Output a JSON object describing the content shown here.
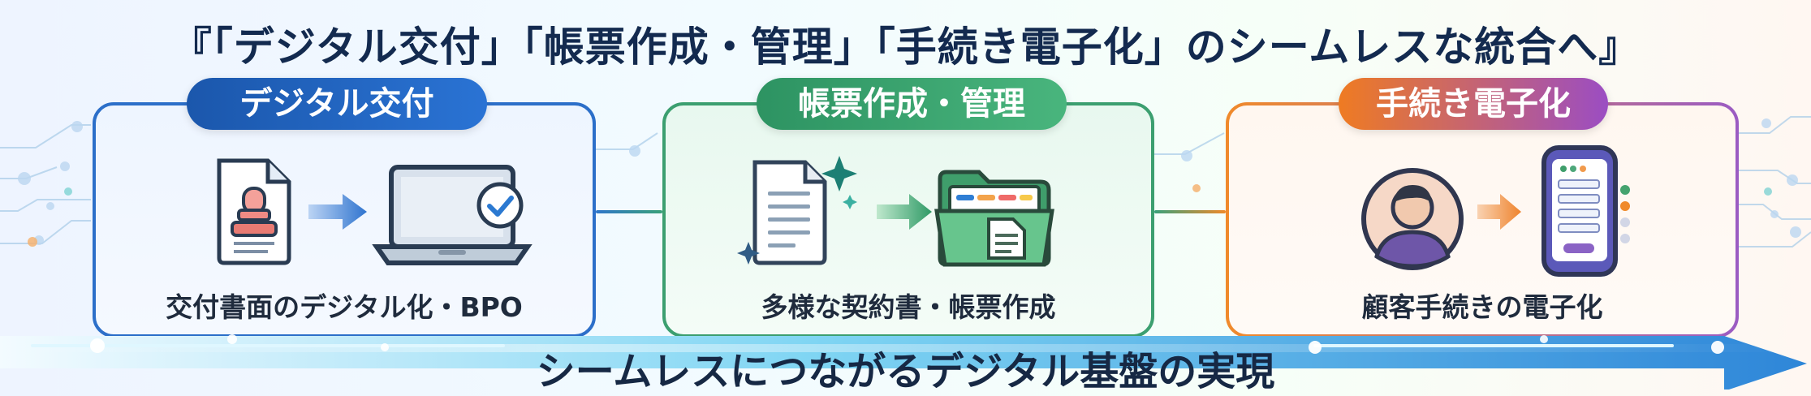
{
  "title": "『「デジタル交付」「帳票作成・管理」「手続き電子化」のシームレスな統合へ』",
  "cards": [
    {
      "pill_label": "デジタル交付",
      "caption": "交付書面のデジタル化・BPO",
      "accent": "#2c6fc9"
    },
    {
      "pill_label": "帳票作成・管理",
      "caption": "多様な契約書・帳票作成",
      "accent": "#3c9f70"
    },
    {
      "pill_label": "手続き電子化",
      "caption": "顧客手続きの電子化",
      "accent": "#ef7b22"
    }
  ],
  "foundation": {
    "label": "シームレスにつながるデジタル基盤の実現",
    "color": "#2d8bd8"
  },
  "icons": {
    "card1": [
      "stamp-document-icon",
      "arrow-right-icon",
      "laptop-check-icon"
    ],
    "card2": [
      "document-sparkle-icon",
      "arrow-right-icon",
      "folder-document-icon"
    ],
    "card3": [
      "user-avatar-icon",
      "arrow-right-icon",
      "smartphone-form-icon"
    ]
  }
}
